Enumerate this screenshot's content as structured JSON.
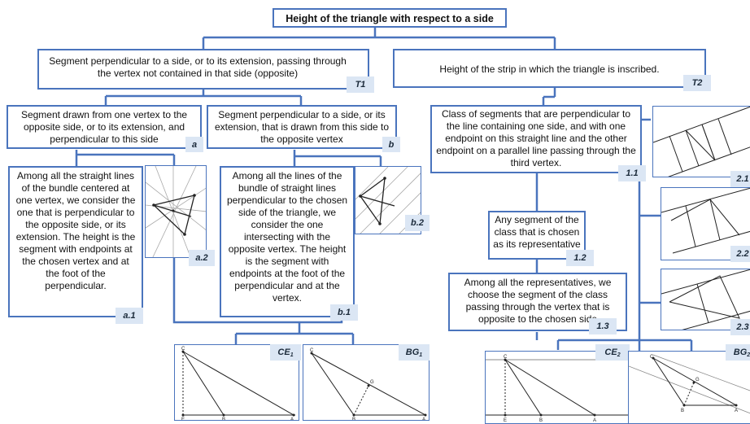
{
  "root": {
    "title": "Height of the triangle with respect to a side"
  },
  "T1": {
    "text": "Segment perpendicular to a side, or to its extension, passing through the vertex not contained in that side (opposite)",
    "tag": "T1"
  },
  "T2": {
    "text": "Height of the strip in which the triangle is inscribed.",
    "tag": "T2"
  },
  "a": {
    "text": "Segment drawn from one vertex to the opposite side, or to its extension, and perpendicular to this side",
    "tag": "a"
  },
  "b": {
    "text": "Segment perpendicular to a side, or its extension, that is drawn from this side to the opposite vertex",
    "tag": "b"
  },
  "a1": {
    "text": "Among all the straight lines of the bundle centered at one vertex, we consider the one that is perpendicular to the opposite side, or its extension. The height is the segment with endpoints at the chosen vertex and at the foot of the perpendicular.",
    "tag": "a.1"
  },
  "a2": {
    "tag": "a.2"
  },
  "b1": {
    "text": "Among all the lines of the bundle of straight lines perpendicular to the chosen side of the triangle, we consider the one intersecting with the opposite vertex. The height is the segment with endpoints at the foot of the perpendicular and at the vertex.",
    "tag": "b.1"
  },
  "b2": {
    "tag": "b.2"
  },
  "s11": {
    "text": "Class of segments that are perpendicular to the line containing one side, and with one endpoint on this straight line and the other endpoint on a parallel line passing through the third vertex.",
    "tag": "1.1"
  },
  "s12": {
    "text": "Any segment of the class that is chosen as its representative",
    "tag": "1.2"
  },
  "s13": {
    "text": "Among all the representatives, we choose the segment of the class passing through the vertex that is opposite to the chosen side",
    "tag": "1.3"
  },
  "s21": {
    "tag": "2.1"
  },
  "s22": {
    "tag": "2.2"
  },
  "s23": {
    "tag": "2.3"
  },
  "ce1": {
    "main": "CE",
    "sub": "1"
  },
  "bg1": {
    "main": "BG",
    "sub": "1"
  },
  "ce2": {
    "main": "CE",
    "sub": "2"
  },
  "bg2": {
    "main": "BG",
    "sub": "2"
  },
  "vertex_labels": {
    "a": "A",
    "b": "B",
    "c": "C",
    "e": "E",
    "g": "G"
  },
  "colors": {
    "border": "#4a74bd",
    "tag_fill": "#dbe6f4"
  }
}
